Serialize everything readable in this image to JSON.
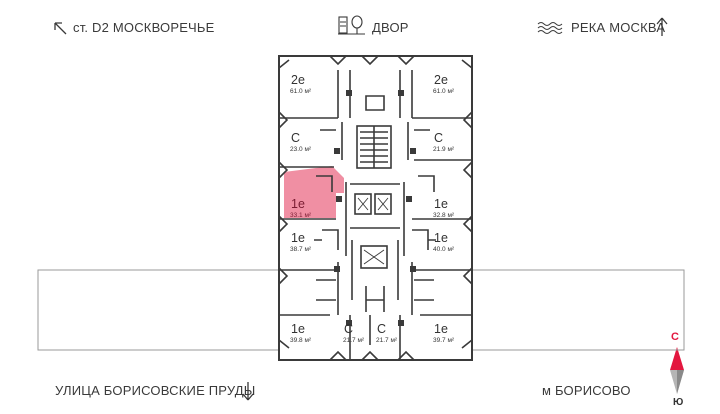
{
  "labels": {
    "top_left": "ст. D2 МОСКВОРЕЧЬЕ",
    "top_center": "ДВОР",
    "top_right": "РЕКА МОСКВА",
    "bottom_left": "УЛИЦА БОРИСОВСКИЕ ПРУДЫ",
    "bottom_right": "м БОРИСОВО"
  },
  "compass": {
    "north": "С",
    "south": "Ю"
  },
  "colors": {
    "highlight": "#f08fa3",
    "walls": "#3a3a3a",
    "north": "#e3173f"
  },
  "apartments": [
    {
      "type": "2е",
      "area": "61.0 м²"
    },
    {
      "type": "2е",
      "area": "61.0 м²"
    },
    {
      "type": "С",
      "area": "23.0 м²"
    },
    {
      "type": "С",
      "area": "21.9 м²"
    },
    {
      "type": "1е",
      "area": "33.1 м²",
      "highlighted": true
    },
    {
      "type": "1е",
      "area": "32.8 м²"
    },
    {
      "type": "1е",
      "area": "38.7 м²"
    },
    {
      "type": "1е",
      "area": "40.0 м²"
    },
    {
      "type": "1е",
      "area": "39.8 м²"
    },
    {
      "type": "С",
      "area": "21.7 м²"
    },
    {
      "type": "С",
      "area": "21.7 м²"
    },
    {
      "type": "1е",
      "area": "39.7 м²"
    }
  ]
}
